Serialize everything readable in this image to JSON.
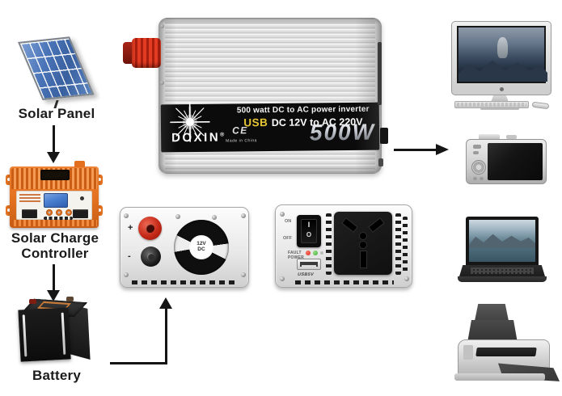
{
  "labels": {
    "solar_panel": "Solar Panel",
    "charge_controller_line1": "Solar Charge",
    "charge_controller_line2": "Controller",
    "battery": "Battery"
  },
  "inverter": {
    "tagline": "500 watt DC to AC power inverter",
    "usb": "USB",
    "spec": "DC 12V to AC 220V",
    "brand": "DOXIN",
    "registered": "®",
    "ce": "CE",
    "origin": "Made in China",
    "wattage": "500W"
  },
  "front_panel": {
    "plus": "+",
    "minus": "-",
    "fan_label_top": "12V",
    "fan_label_bottom": "DC"
  },
  "rear_panel": {
    "on": "ON",
    "off": "OFF",
    "rocker_on": "I",
    "rocker_off": "O",
    "fault": "FAULT",
    "power": "POWER",
    "usb_port": "USB5V"
  },
  "device_icons": {
    "computer": "desktop-computer",
    "camera": "digital-camera",
    "laptop": "laptop",
    "printer": "printer"
  },
  "colors": {
    "background": "#ffffff",
    "arrow": "#151515",
    "solar_cell_blue": "#4a74b8",
    "controller_orange": "#e2701f",
    "battery_black": "#141414",
    "inverter_silver": "#e0e0e0",
    "label_band_black": "#0b0b0b",
    "usb_text_yellow": "#e7c635",
    "terminal_red": "#c42917",
    "led_red": "#d5281a",
    "led_green": "#46a63c"
  }
}
